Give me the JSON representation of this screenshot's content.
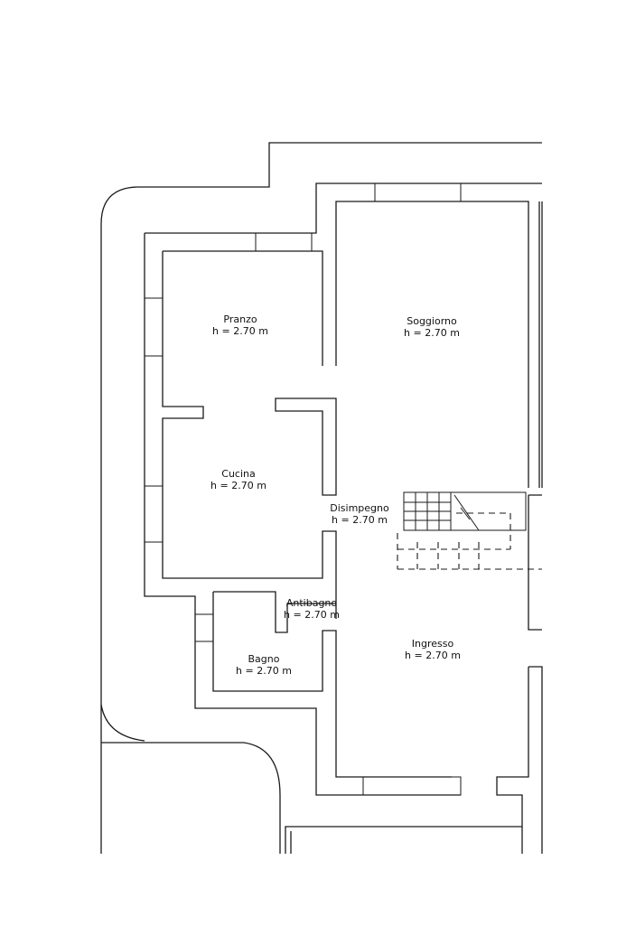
{
  "rooms": {
    "pranzo": {
      "name": "Pranzo",
      "height": "h = 2.70 m"
    },
    "soggiorno": {
      "name": "Soggiorno",
      "height": "h = 2.70 m"
    },
    "cucina": {
      "name": "Cucina",
      "height": "h = 2.70 m"
    },
    "disimpegno": {
      "name": "Disimpegno",
      "height": "h = 2.70 m"
    },
    "antibagno": {
      "name": "Antibagno",
      "height": "h = 2.70 m"
    },
    "bagno": {
      "name": "Bagno",
      "height": "h = 2.70 m"
    },
    "ingresso": {
      "name": "Ingresso",
      "height": "h = 2.70 m"
    }
  },
  "colors": {
    "line": "#1a1a1a",
    "background": "#ffffff"
  }
}
